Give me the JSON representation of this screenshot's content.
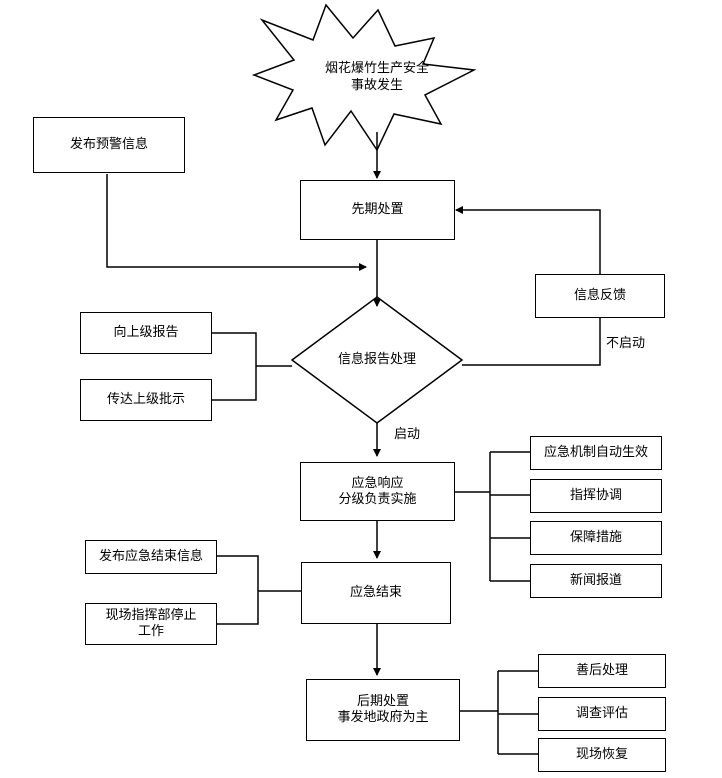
{
  "event": {
    "line1": "烟花爆竹生产安全",
    "line2": "事故发生"
  },
  "warning": "发布预警信息",
  "initial": "先期处置",
  "feedback": "信息反馈",
  "report": "信息报告处理",
  "report_up": "向上级报告",
  "relay": "传达上级批示",
  "no_start": "不启动",
  "start": "启动",
  "response": {
    "line1": "应急响应",
    "line2": "分级负责实施"
  },
  "response_items": [
    "应急机制自动生效",
    "指挥协调",
    "保障措施",
    "新闻报道"
  ],
  "end": "应急结束",
  "end_notice": "发布应急结束信息",
  "hq_stop": {
    "line1": "现场指挥部停止",
    "line2": "工作"
  },
  "after": {
    "line1": "后期处置",
    "line2": "事发地政府为主"
  },
  "after_items": [
    "善后处理",
    "调查评估",
    "现场恢复"
  ]
}
